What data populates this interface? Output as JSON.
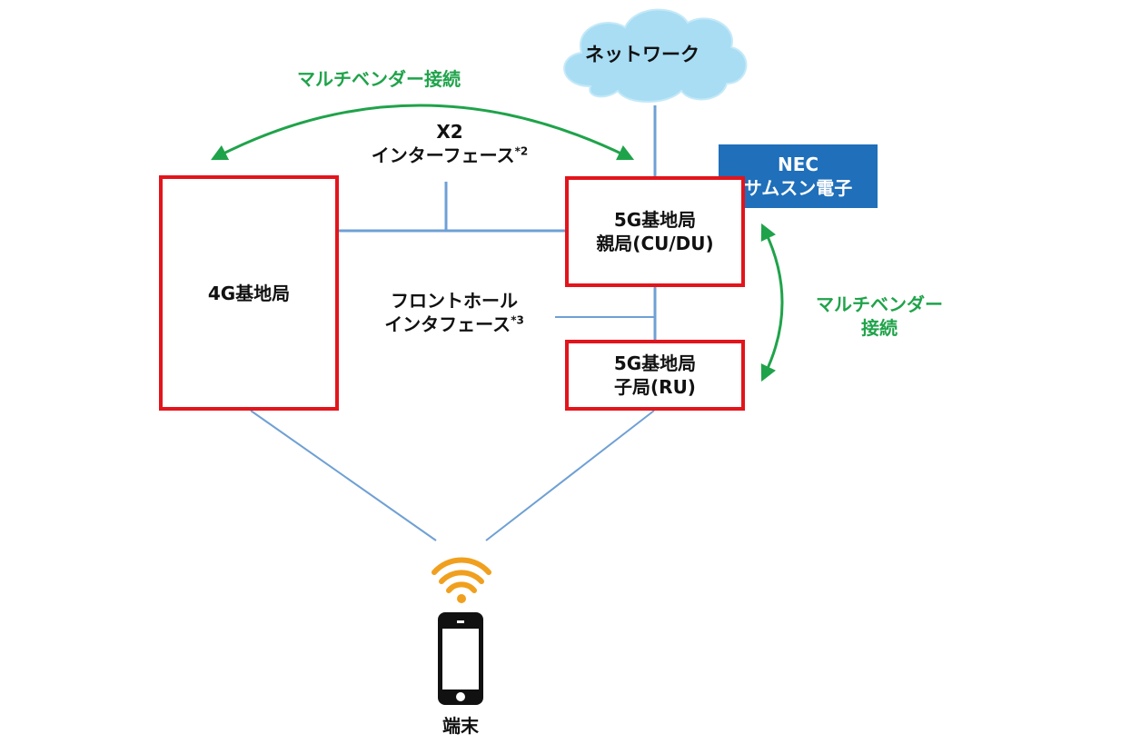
{
  "colors": {
    "box_border": "#e3141b",
    "line": "#6fa0d4",
    "arrow": "#1fa34a",
    "cloud": "#a8ddf4",
    "vendor_bg": "#1f6fba",
    "wifi": "#f0a01e"
  },
  "network": {
    "label": "ネットワーク",
    "icon": "cloud-icon"
  },
  "top_multivendor": {
    "label": "マルチベンダー接続"
  },
  "x2_interface": {
    "line1": "X2",
    "line2": "インターフェース",
    "note": "*2"
  },
  "vendor_badge": {
    "line1": "NEC",
    "line2": "サムスン電子"
  },
  "lte_base_station": {
    "label": "4G基地局"
  },
  "nr_cu_du": {
    "line1": "5G基地局",
    "line2": "親局(CU/DU)"
  },
  "nr_ru": {
    "line1": "5G基地局",
    "line2": "子局(RU)"
  },
  "fronthaul_interface": {
    "line1": "フロントホール",
    "line2": "インタフェース",
    "note": "*3"
  },
  "right_multivendor": {
    "line1": "マルチベンダー",
    "line2": "接続"
  },
  "terminal": {
    "label": "端末",
    "icons": [
      "wifi-icon",
      "smartphone-icon"
    ]
  }
}
